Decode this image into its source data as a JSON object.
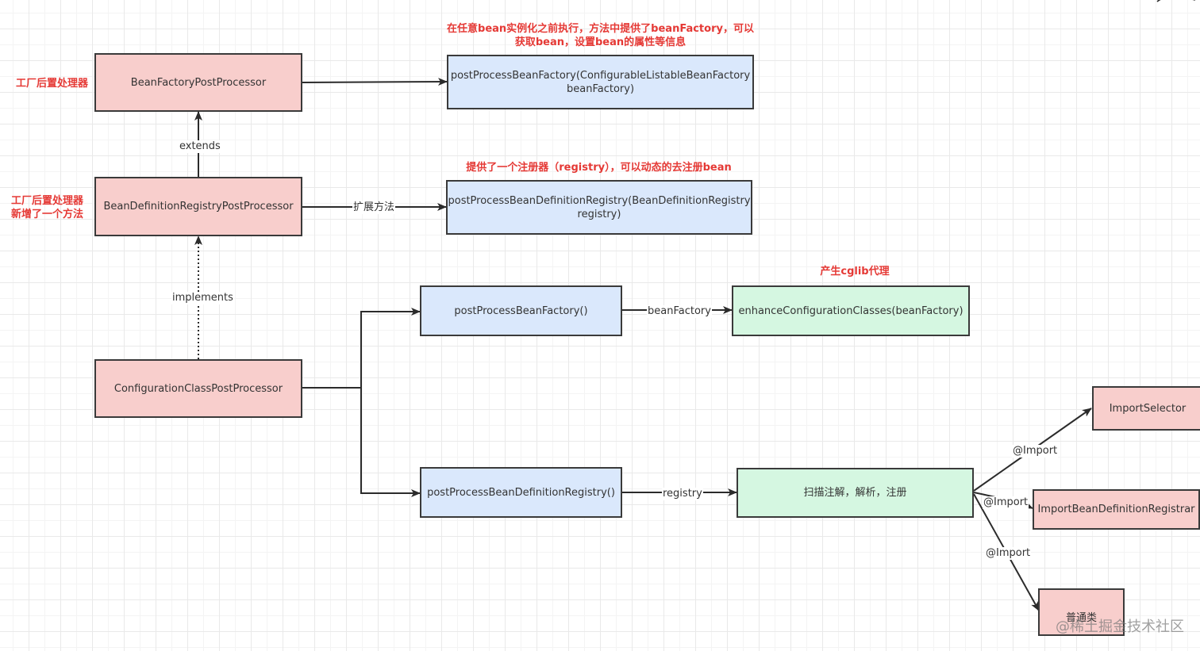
{
  "nodes": {
    "bean_factory_pp": "BeanFactoryPostProcessor",
    "bean_def_registry_pp": "BeanDefinitionRegistryPostProcessor",
    "config_class_pp": "ConfigurationClassPostProcessor",
    "ppbf_method_full": "postProcessBeanFactory(ConfigurableListableBeanFactory beanFactory)",
    "ppbdr_method_full": "postProcessBeanDefinitionRegistry(BeanDefinitionRegistry registry)",
    "ppbf_call": "postProcessBeanFactory()",
    "ppbdr_call": "postProcessBeanDefinitionRegistry()",
    "enhance": "enhanceConfigurationClasses(beanFactory)",
    "scan": "扫描注解，解析，注册",
    "import_selector": "ImportSelector",
    "import_registrar": "ImportBeanDefinitionRegistrar",
    "plain_class": "普通类"
  },
  "notes": {
    "factory_pp": "工厂后置处理器",
    "factory_pp_extra": "工厂后置处理器\n新增了一个方法",
    "ppbf_desc": "在任意bean实例化之前执行，方法中提供了beanFactory，可以\n获取bean，设置bean的属性等信息",
    "registry_desc": "提供了一个注册器（registry），可以动态的去注册bean",
    "cglib": "产生cglib代理"
  },
  "edge_labels": {
    "extends": "extends",
    "implements": "implements",
    "extend_method": "扩展方法",
    "bean_factory": "beanFactory",
    "registry": "registry",
    "import_1": "@Import",
    "import_2": "@Import",
    "import_3": "@Import"
  },
  "watermark": "@稀土掘金技术社区",
  "colors": {
    "pink": "#f8cecc",
    "blue": "#dae8fc",
    "green": "#d5f7e1",
    "note_red": "#e53935",
    "stroke": "#3a3a3a"
  }
}
